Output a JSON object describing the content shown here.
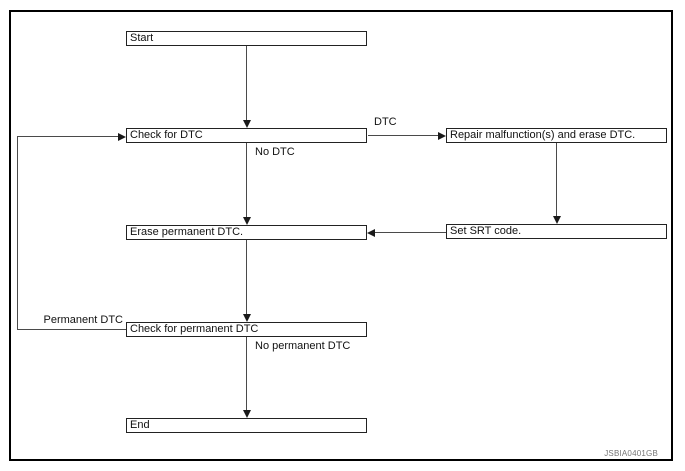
{
  "diagram": {
    "type": "flowchart",
    "watermark_code": "JSBIA0401GB",
    "nodes": {
      "start": "Start",
      "check_dtc": "Check for DTC",
      "repair": "Repair malfunction(s) and erase DTC.",
      "set_srt": "Set SRT code.",
      "erase_permanent": "Erase permanent DTC.",
      "check_permanent": "Check for permanent DTC",
      "end": "End"
    },
    "edge_labels": {
      "dtc": "DTC",
      "no_dtc": "No DTC",
      "permanent_dtc": "Permanent DTC",
      "no_permanent_dtc": "No permanent DTC"
    },
    "edges": [
      {
        "from": "start",
        "to": "check_dtc",
        "label": ""
      },
      {
        "from": "check_dtc",
        "to": "repair",
        "label": "DTC"
      },
      {
        "from": "repair",
        "to": "set_srt",
        "label": ""
      },
      {
        "from": "set_srt",
        "to": "erase_permanent",
        "label": ""
      },
      {
        "from": "check_dtc",
        "to": "erase_permanent",
        "label": "No DTC"
      },
      {
        "from": "erase_permanent",
        "to": "check_permanent",
        "label": ""
      },
      {
        "from": "check_permanent",
        "to": "check_dtc",
        "label": "Permanent DTC"
      },
      {
        "from": "check_permanent",
        "to": "end",
        "label": "No permanent DTC"
      }
    ],
    "colors": {
      "frame_border": "#000000",
      "box_border": "#222222",
      "connector_line": "#4a4a4a",
      "watermark_text": "#767676",
      "background": "#ffffff"
    }
  }
}
